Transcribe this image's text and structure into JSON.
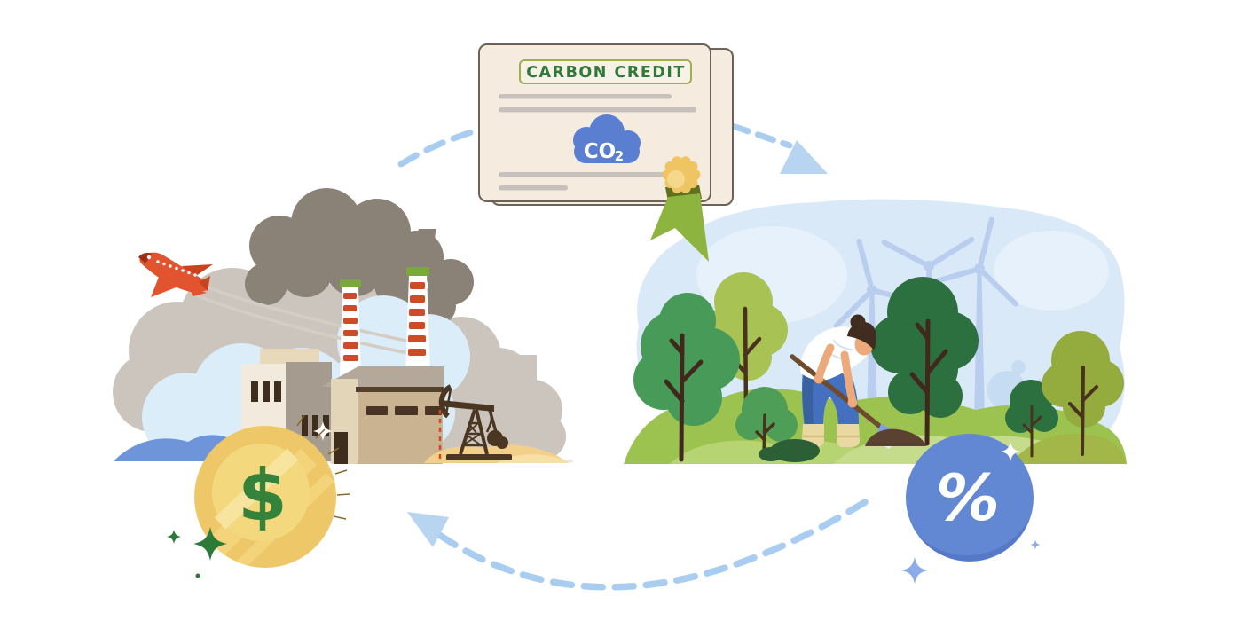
{
  "certificate": {
    "title": "CARBON CREDIT",
    "co2_text": "CO",
    "co2_subscript": "2"
  },
  "left_scene": {
    "coin_symbol": "$",
    "elements": [
      "airplane",
      "smoke-clouds",
      "factory",
      "striped-smokestacks",
      "oil-pumpjack",
      "dollar-coin",
      "green-sparkles"
    ]
  },
  "right_scene": {
    "percent_symbol": "%",
    "elements": [
      "wind-turbines",
      "trees",
      "woman-planting-tree",
      "shovel",
      "soil-mound",
      "percent-badge",
      "blue-sparkles"
    ]
  },
  "arrows": [
    "factory-to-certificate",
    "certificate-to-forest",
    "forest-to-factory"
  ],
  "palette": {
    "arrow_blue": "#a9cdf0",
    "certificate_bg": "#f5ecdf",
    "certificate_border": "#6b6258",
    "title_green": "#2f7a38",
    "title_box_border": "#9fb14f",
    "placeholder_line_gray": "#c6c1bb",
    "co2_cloud_blue": "#5a7fd0",
    "seal_gold": "#efc462",
    "ribbon_green": "#8cb43f",
    "smoke_dark": "#8a8177",
    "smoke_light": "#cbc5bd",
    "cloud_pale_blue": "#daedf9",
    "hill_blue": "#6e94da",
    "airplane_red": "#e25330",
    "factory_tan": "#c9b391",
    "smokestack_red": "#cf4b27",
    "smokestack_cap_green": "#7ba83b",
    "coin_gold": "#eec868",
    "dollar_green": "#35823b",
    "scene_blob_blue": "#d9e9f7",
    "turbine_blue": "#b9cdee",
    "tree_dark_green": "#2d7040",
    "tree_mid_green": "#479a58",
    "tree_yellow_green": "#a8c353",
    "grass_green": "#9cc34f",
    "badge_blue": "#6287d3"
  }
}
